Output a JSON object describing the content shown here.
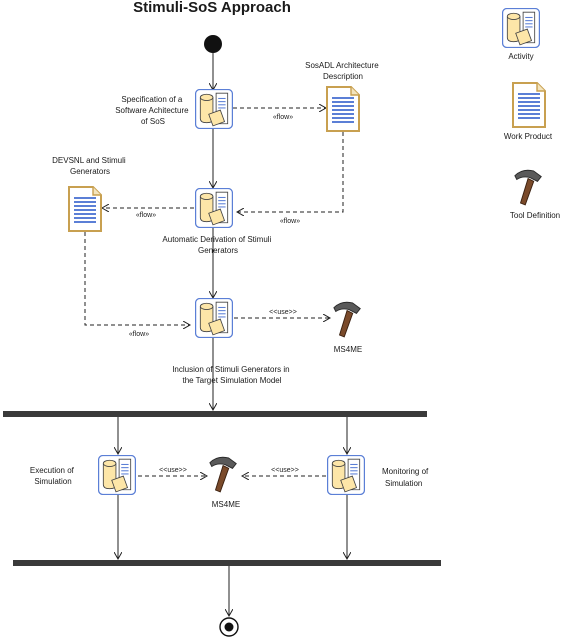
{
  "title": "Stimuli-SoS Approach",
  "legend": {
    "activity": "Activity",
    "work_product": "Work Product",
    "tool_definition": "Tool Definition"
  },
  "activities": {
    "specification": [
      "Specification of a",
      "Software Achitecture",
      "of SoS"
    ],
    "derivation": [
      "Automatic Derivation of Stimuli",
      "Generators"
    ],
    "inclusion": [
      "Inclusion of Stimuli Generators in",
      "the Target Simulation Model"
    ],
    "execution": [
      "Execution of",
      "Simulation"
    ],
    "monitoring": [
      "Monitoring of",
      "Simulation"
    ]
  },
  "work_products": {
    "sosadl": [
      "SosADL Architecture",
      "Description"
    ],
    "devsnl": [
      "DEVSNL and Stimuli",
      "Generators"
    ]
  },
  "tools": {
    "ms4me_top": "MS4ME",
    "ms4me_bottom": "MS4ME"
  },
  "edge_labels": {
    "flow_spec_sosadl": "«flow»",
    "flow_sosadl_deriv": "«flow»",
    "flow_deriv_devsnl": "«flow»",
    "flow_devsnl_inclusion": "«flow»",
    "use_inclusion_ms4me": "<<use>>",
    "use_exec_ms4me": "<<use>>",
    "use_monitor_ms4me": "<<use>>"
  },
  "colors": {
    "doc_border": "#c8a050",
    "doc_lines": "#5b7fd6",
    "activity_fill": "#fde6a8",
    "activity_border": "#5b7fd6",
    "hammer_head": "#5a5a5a",
    "hammer_handle": "#7a4a2a"
  }
}
